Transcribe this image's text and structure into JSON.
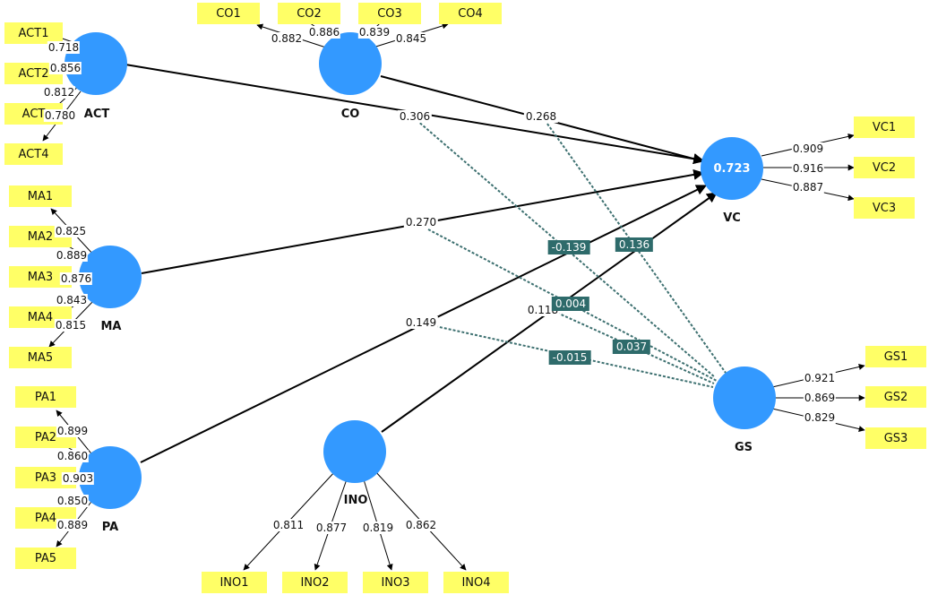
{
  "latents": {
    "ACT": {
      "label": "ACT"
    },
    "CO": {
      "label": "CO"
    },
    "MA": {
      "label": "MA"
    },
    "PA": {
      "label": "PA"
    },
    "INO": {
      "label": "INO"
    },
    "VC": {
      "label": "VC",
      "r2": "0.723"
    },
    "GS": {
      "label": "GS"
    }
  },
  "indicators": {
    "ACT1": "ACT1",
    "ACT2": "ACT2",
    "ACT3": "ACT",
    "ACT4": "ACT4",
    "CO1": "CO1",
    "CO2": "CO2",
    "CO3": "CO3",
    "CO4": "CO4",
    "MA1": "MA1",
    "MA2": "MA2",
    "MA3": "MA3",
    "MA4": "MA4",
    "MA5": "MA5",
    "PA1": "PA1",
    "PA2": "PA2",
    "PA3": "PA3",
    "PA4": "PA4",
    "PA5": "PA5",
    "INO1": "INO1",
    "INO2": "INO2",
    "INO3": "INO3",
    "INO4": "INO4",
    "VC1": "VC1",
    "VC2": "VC2",
    "VC3": "VC3",
    "GS1": "GS1",
    "GS2": "GS2",
    "GS3": "GS3"
  },
  "loadings": {
    "ACT1": "0.718",
    "ACT2": "0.856",
    "ACT3": "0.812",
    "ACT4": "0.780",
    "CO1": "0.882",
    "CO2": "0.886",
    "CO3": "0.839",
    "CO4": "0.845",
    "MA1": "0.825",
    "MA2": "0.889",
    "MA3": "0.876",
    "MA4": "0.843",
    "MA5": "0.815",
    "PA1": "0.899",
    "PA2": "0.860",
    "PA3": "0.903",
    "PA4": "0.850",
    "PA5": "0.889",
    "INO1": "0.811",
    "INO2": "0.877",
    "INO3": "0.819",
    "INO4": "0.862",
    "VC1": "0.909",
    "VC2": "0.916",
    "VC3": "0.887",
    "GS1": "0.921",
    "GS2": "0.869",
    "GS3": "0.829"
  },
  "paths": {
    "ACT_VC": "0.306",
    "CO_VC": "0.268",
    "MA_VC": "0.270",
    "PA_VC": "0.149",
    "INO_VC": "0.118"
  },
  "moderations": {
    "m1": "-0.139",
    "m2": "0.136",
    "m3": "0.004",
    "m4": "0.037",
    "m5": "-0.015"
  },
  "colors": {
    "latent": "#3399ff",
    "indicator": "#ffff66",
    "moderation_box": "#2e6b6b",
    "moderation_line": "#3d7070"
  }
}
